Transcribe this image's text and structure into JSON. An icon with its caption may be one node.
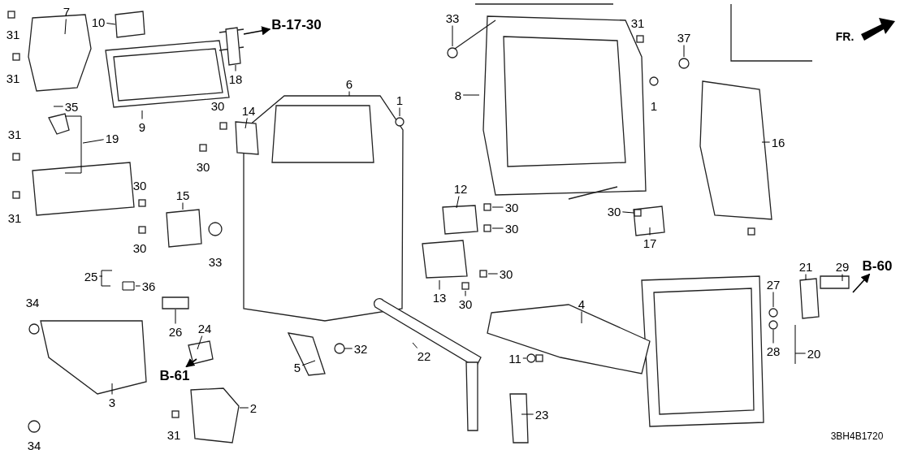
{
  "diagram": {
    "nodes": [
      {
        "text": [
          "7"
        ]
      },
      {
        "text": [
          "10"
        ]
      },
      {
        "text": [
          "B-17-30"
        ]
      },
      {
        "text": [
          "18"
        ]
      },
      {
        "text": [
          "35"
        ]
      },
      {
        "text": [
          "19"
        ]
      },
      {
        "text": [
          "9"
        ]
      },
      {
        "text": [
          "14"
        ]
      },
      {
        "text": [
          "6"
        ]
      },
      {
        "text": [
          "1"
        ]
      },
      {
        "text": [
          "15"
        ]
      },
      {
        "text": [
          "25"
        ]
      },
      {
        "text": [
          "36"
        ]
      },
      {
        "text": [
          "26"
        ]
      },
      {
        "text": [
          "24"
        ]
      },
      {
        "text": [
          "B-61"
        ]
      },
      {
        "text": [
          "3"
        ]
      },
      {
        "text": [
          "2"
        ]
      },
      {
        "text": [
          "5"
        ]
      },
      {
        "text": [
          "32"
        ]
      },
      {
        "text": [
          "22"
        ]
      },
      {
        "text": [
          "11"
        ]
      },
      {
        "text": [
          "4"
        ]
      },
      {
        "text": [
          "23"
        ]
      },
      {
        "text": [
          "8"
        ]
      },
      {
        "text": [
          "12"
        ]
      },
      {
        "text": [
          "13"
        ]
      },
      {
        "text": [
          "16"
        ]
      },
      {
        "text": [
          "17"
        ]
      },
      {
        "text": [
          "21"
        ]
      },
      {
        "text": [
          "29"
        ]
      },
      {
        "text": [
          "B-60"
        ]
      },
      {
        "text": [
          "20"
        ]
      },
      {
        "text": [
          "27"
        ]
      },
      {
        "text": [
          "28"
        ]
      },
      {
        "text": [
          "37"
        ]
      },
      {
        "text": [
          "33"
        ]
      },
      {
        "text": [
          "30"
        ]
      },
      {
        "text": [
          "30"
        ]
      },
      {
        "text": [
          "30"
        ]
      },
      {
        "text": [
          "30"
        ]
      },
      {
        "text": [
          "30"
        ]
      },
      {
        "text": [],
        "shape": "bracket"
      },
      {
        "text": [],
        "shape": "box"
      }
    ],
    "edges": [
      {
        "from": 0,
        "to": null,
        "arrow": "none"
      },
      {
        "from": 1,
        "to": null,
        "arrow": "none"
      },
      {
        "from": null,
        "to": 2,
        "arrow": "to"
      },
      {
        "from": 3,
        "to": null,
        "arrow": "none"
      },
      {
        "from": 4,
        "to": null,
        "arrow": "none"
      },
      {
        "from": 5,
        "to": 42,
        "arrow": "none"
      },
      {
        "from": 6,
        "to": null,
        "arrow": "none"
      },
      {
        "from": 7,
        "to": null,
        "arrow": "none"
      },
      {
        "from": 8,
        "to": null,
        "arrow": "none"
      },
      {
        "from": 9,
        "to": null,
        "arrow": "none"
      },
      {
        "from": 10,
        "to": null,
        "arrow": "none"
      },
      {
        "from": 11,
        "to": null,
        "arrow": "none"
      },
      {
        "from": 12,
        "to": 43,
        "arrow": "none"
      },
      {
        "from": 13,
        "to": null,
        "arrow": "none"
      },
      {
        "from": 14,
        "to": null,
        "arrow": "none"
      },
      {
        "from": null,
        "to": 15,
        "arrow": "to"
      },
      {
        "from": 16,
        "to": null,
        "arrow": "none"
      },
      {
        "from": 17,
        "to": null,
        "arrow": "none"
      },
      {
        "from": 18,
        "to": null,
        "arrow": "none"
      },
      {
        "from": 19,
        "to": null,
        "arrow": "none"
      },
      {
        "from": 20,
        "to": null,
        "arrow": "none"
      },
      {
        "from": 21,
        "to": null,
        "arrow": "none"
      },
      {
        "from": 22,
        "to": null,
        "arrow": "none"
      },
      {
        "from": 23,
        "to": null,
        "arrow": "none"
      },
      {
        "from": 24,
        "to": null,
        "arrow": "none"
      },
      {
        "from": 25,
        "to": null,
        "arrow": "none"
      },
      {
        "from": 26,
        "to": null,
        "arrow": "none"
      },
      {
        "from": 27,
        "to": null,
        "arrow": "none"
      },
      {
        "from": 28,
        "to": null,
        "arrow": "none"
      },
      {
        "from": 29,
        "to": null,
        "arrow": "none"
      },
      {
        "from": 30,
        "to": null,
        "arrow": "none"
      },
      {
        "from": null,
        "to": 31,
        "arrow": "to"
      },
      {
        "from": 32,
        "to": null,
        "arrow": "none"
      },
      {
        "from": 33,
        "to": null,
        "arrow": "none"
      },
      {
        "from": 34,
        "to": null,
        "arrow": "none"
      },
      {
        "from": 35,
        "to": null,
        "arrow": "none"
      },
      {
        "from": 36,
        "to": null,
        "arrow": "none"
      },
      {
        "from": 37,
        "to": null,
        "arrow": "none"
      },
      {
        "from": 38,
        "to": null,
        "arrow": "none"
      },
      {
        "from": 39,
        "to": null,
        "arrow": "none"
      },
      {
        "from": 40,
        "to": null,
        "arrow": "none"
      },
      {
        "from": 41,
        "to": null,
        "arrow": "none"
      }
    ],
    "labels": [
      "31",
      "FR.",
      "31",
      "30",
      "30",
      "1",
      "31",
      "30",
      "31",
      "33",
      "30",
      "34",
      "31",
      "34",
      "31",
      "3BH4B1720"
    ]
  }
}
